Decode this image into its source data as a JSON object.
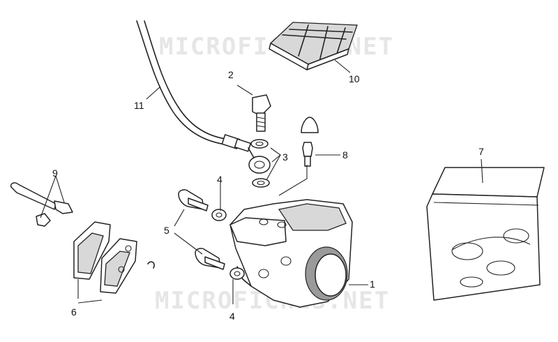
{
  "watermarks": [
    "MICROFICHES.NET",
    "MICROFICHES.NET"
  ],
  "callouts": [
    "1",
    "2",
    "3",
    "4",
    "4",
    "5",
    "6",
    "7",
    "8",
    "9",
    "10",
    "11"
  ]
}
